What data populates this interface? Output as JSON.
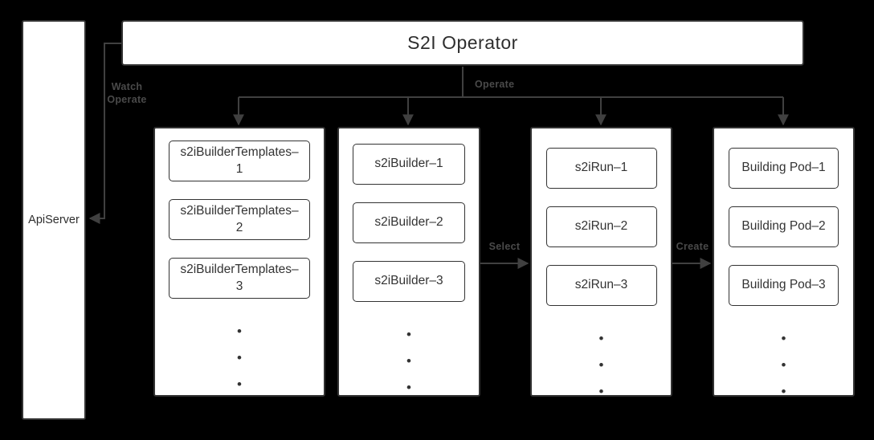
{
  "colors": {
    "background": "#000000",
    "node_fill": "#ffffff",
    "node_border": "#333333",
    "node_text": "#333333",
    "connector": "#404040",
    "edge_label_text": "#4a4a4a"
  },
  "api_server": {
    "label": "ApiServer"
  },
  "operator": {
    "title": "S2I Operator"
  },
  "edges": {
    "watch_line1": "Watch",
    "watch_line2": "Operate",
    "operate": "Operate",
    "select": "Select",
    "create": "Create"
  },
  "columns": [
    {
      "name": "s2iBuilderTemplates",
      "items": [
        "s2iBuilderTemplates–1",
        "s2iBuilderTemplates–2",
        "s2iBuilderTemplates–3"
      ]
    },
    {
      "name": "s2iBuilder",
      "items": [
        "s2iBuilder–1",
        "s2iBuilder–2",
        "s2iBuilder–3"
      ]
    },
    {
      "name": "s2iRun",
      "items": [
        "s2iRun–1",
        "s2iRun–2",
        "s2iRun–3"
      ]
    },
    {
      "name": "Building Pod",
      "items": [
        "Building Pod–1",
        "Building Pod–2",
        "Building Pod–3"
      ]
    }
  ],
  "ellipsis_dot": "•"
}
